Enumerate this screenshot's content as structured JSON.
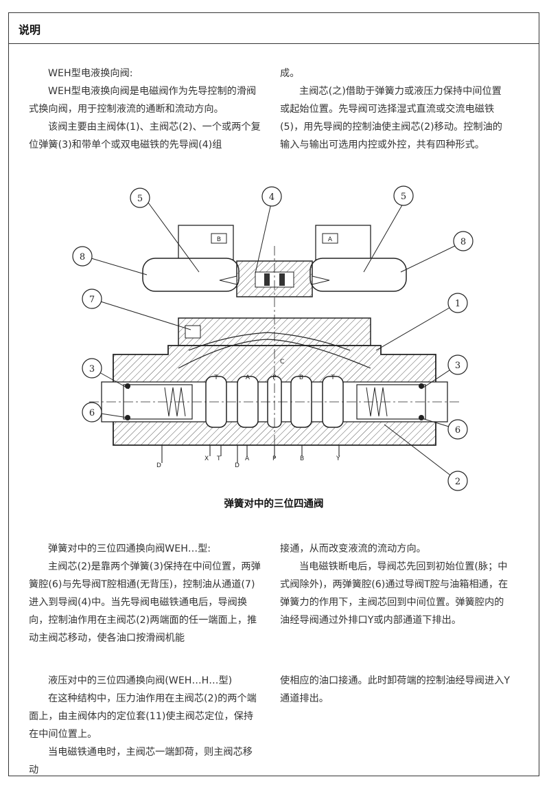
{
  "header": {
    "title": "说明"
  },
  "section1": {
    "left_lines": [
      "WEH型电液换向阀:",
      "WEH型电液换向阀是电磁阀作为先导控制的滑阀式换向阀，用于控制液流的通断和流动方向。",
      "该阀主要由主阀体(1)、主阀芯(2)、一个或两个复位弹簧(3)和带单个或双电磁铁的先导阀(4)组"
    ],
    "right_lines": [
      "成。",
      "主阀芯(之)借助于弹簧力或液压力保持中间位置或起始位置。先导阀可选择湿式直流或交流电磁铁(5)，用先导阀的控制油使主阀芯(2)移动。控制油的输入与输出可选用内控或外控，共有四种形式。"
    ]
  },
  "diagram": {
    "callouts": [
      "1",
      "2",
      "3",
      "3",
      "4",
      "5",
      "5",
      "6",
      "6",
      "7",
      "8",
      "8"
    ],
    "solenoid_labels": [
      "B",
      "A"
    ],
    "spool_labels": [
      "T",
      "A",
      "P",
      "B",
      "T"
    ],
    "port_labels": [
      "D",
      "X",
      "T",
      "D",
      "A",
      "P",
      "B",
      "Y"
    ],
    "channel_label": "C",
    "caption": "弹簧对中的三位四通阀"
  },
  "section2": {
    "left_lines": [
      "弹簧对中的三位四通换向阀WEH…型:",
      "主阀芯(2)是靠两个弹簧(3)保持在中间位置，两弹簧腔(6)与先导阀T腔相通(无背压)，控制油从通道(7)进入到导阀(4)中。当先导阀电磁铁通电后，导阀换向，控制油作用在主阀芯(2)两端面的任一端面上，推动主阀芯移动，使各油口按滑阀机能"
    ],
    "right_lines": [
      "接通，从而改变液流的流动方向。",
      "当电磁铁断电后，导阀芯先回到初始位置(脉；中式阀除外)，两弹簧腔(6)通过导阀T腔与油箱相通，在弹簧力的作用下，主阀芯回到中间位置。弹簧腔内的油经导阀通过外排口Y或内部通道下排出。"
    ]
  },
  "section3": {
    "left_lines": [
      "液压对中的三位四通换向阀(WEH…H…型)",
      "在这种结构中，压力油作用在主阀芯(2)的两个端面上，由主阀体内的定位套(11)使主阀芯定位，保持在中间位置上。",
      "当电磁铁通电时，主阀芯一端卸荷，则主阀芯移动"
    ],
    "right_lines": [
      "使相应的油口接通。此时卸荷端的控制油经导阀进入Y通道排出。"
    ]
  }
}
